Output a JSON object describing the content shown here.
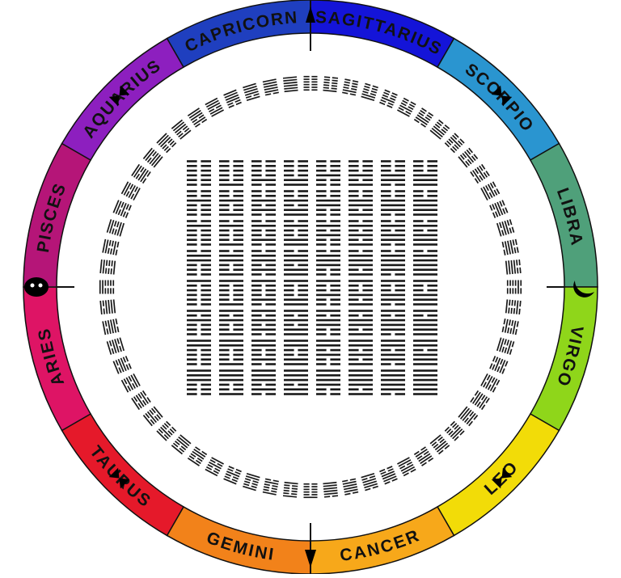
{
  "zodiac_ring": {
    "segments": [
      {
        "id": "capricorn",
        "label": "CAPRICORN",
        "color": "#1f3fbf"
      },
      {
        "id": "sagittarius",
        "label": "SAGITTARIUS",
        "color": "#1414d8"
      },
      {
        "id": "scorpio",
        "label": "SCORPIO",
        "color": "#2a95d0"
      },
      {
        "id": "libra",
        "label": "LIBRA",
        "color": "#4fa07a"
      },
      {
        "id": "virgo",
        "label": "VIRGO",
        "color": "#8fd61a"
      },
      {
        "id": "leo",
        "label": "LEO",
        "color": "#f2dc08"
      },
      {
        "id": "cancer",
        "label": "CANCER",
        "color": "#f7a81a"
      },
      {
        "id": "gemini",
        "label": "GEMINI",
        "color": "#f2821a"
      },
      {
        "id": "taurus",
        "label": "TAURUS",
        "color": "#e5192a"
      },
      {
        "id": "aries",
        "label": "ARIES",
        "color": "#de1465"
      },
      {
        "id": "pisces",
        "label": "PISCES",
        "color": "#b51578"
      },
      {
        "id": "aquarius",
        "label": "AQUARIUS",
        "color": "#8d1fbf"
      }
    ]
  },
  "hexagram_ring": {
    "count": 64
  },
  "hexagram_square": {
    "rows": 8,
    "cols": 8
  },
  "colors": {
    "outline": "#111111",
    "lines": "#1a1a1a",
    "label_text": "#111111"
  }
}
